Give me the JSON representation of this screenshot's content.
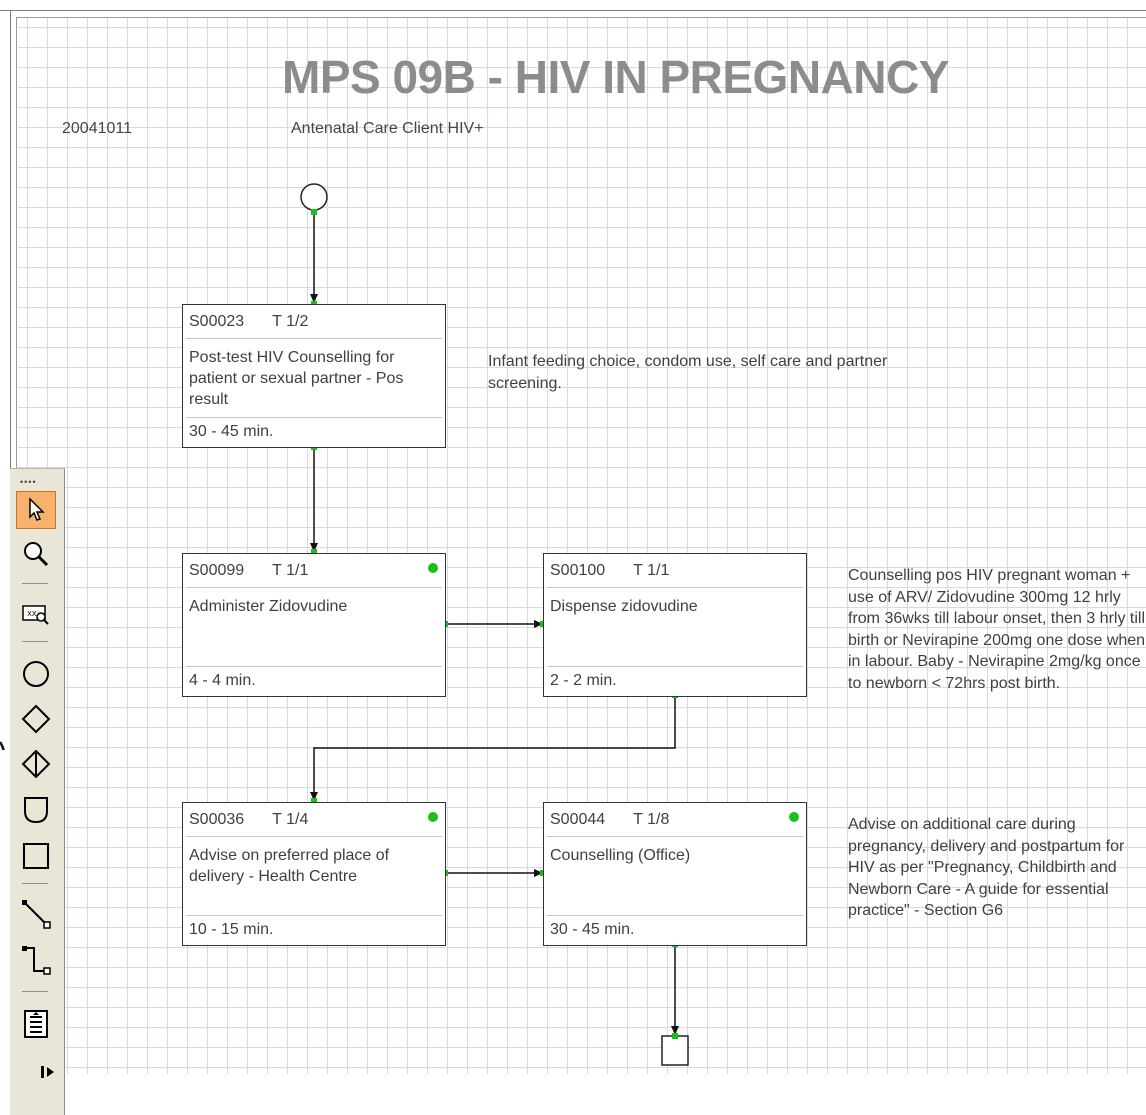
{
  "diagram": {
    "title": "MPS 09B - HIV  IN PREGNANCY",
    "date": "20041011",
    "subtitle": "Antenatal Care Client HIV+"
  },
  "boxes": [
    {
      "code": "S00023",
      "tcode": "T 1/2",
      "desc": "Post-test HIV  Counselling for patient or sexual partner - Pos result",
      "duration": "30 - 45 min."
    },
    {
      "code": "S00099",
      "tcode": "T 1/1",
      "desc": "Administer  Zidovudine",
      "duration": "4 - 4 min."
    },
    {
      "code": "S00100",
      "tcode": "T 1/1",
      "desc": "Dispense zidovudine",
      "duration": "2 - 2 min."
    },
    {
      "code": "S00036",
      "tcode": "T 1/4",
      "desc": "Advise on preferred place of delivery - Health Centre",
      "duration": "10 - 15 min."
    },
    {
      "code": "S00044",
      "tcode": "T 1/8",
      "desc": "Counselling (Office)",
      "duration": "30 - 45 min."
    }
  ],
  "notes": {
    "n1": "Infant feeding choice, condom use, self care and partner screening.",
    "n2": "Counselling pos HIV pregnant woman + use of ARV/ Zidovudine 300mg 12 hrly from 36wks till labour onset, then 3 hrly till birth or Nevirapine 200mg one dose when in labour. Baby - Nevirapine 2mg/kg once to newborn < 72hrs post birth.",
    "n3": "Advise on additional care during pregnancy, delivery and postpartum for HIV as per \"Pregnancy, Childbirth and Newborn Care - A guide for essential practice\" - Section G6"
  },
  "colors": {
    "connector_point": "#18c118",
    "active_tool": "#f6b16c",
    "grid": "#d3dbe9",
    "title": "#8c8c8c"
  },
  "toolbar": {
    "tools": [
      "pointer-icon",
      "zoom-icon",
      "zoom-window-icon",
      "start-circle-icon",
      "decision-diamond-icon",
      "split-decision-icon",
      "delay-shape-icon",
      "process-box-icon",
      "straight-connector-icon",
      "elbow-connector-icon",
      "text-note-icon"
    ],
    "active": "pointer-icon"
  }
}
